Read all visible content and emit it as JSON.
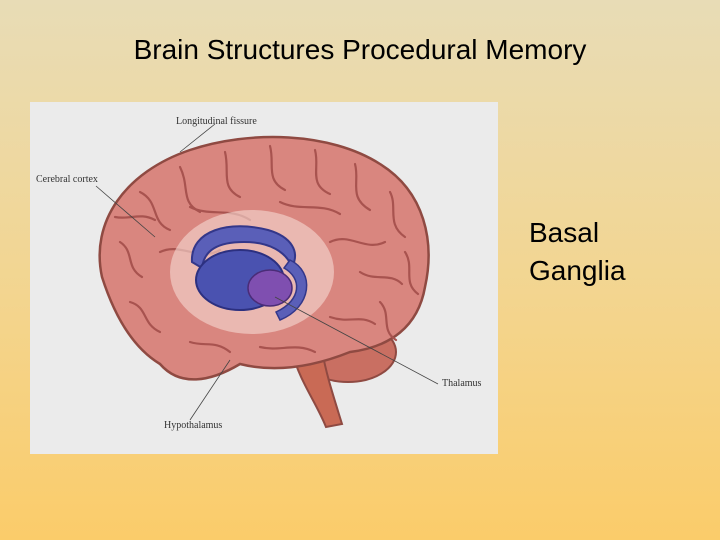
{
  "slide": {
    "title": "Brain Structures Procedural Memory",
    "side_label_line1": "Basal",
    "side_label_line2": "Ganglia"
  },
  "figure": {
    "labels": {
      "longitudinal_fissure": "Longitudinal fissure",
      "cerebral_cortex": "Cerebral cortex",
      "thalamus": "Thalamus",
      "hypothalamus": "Hypothalamus"
    },
    "colors": {
      "cortex": "#d9867f",
      "sulci": "#a8534f",
      "basal_ganglia": "#5a5fb8",
      "thalamus": "#7f4fb0",
      "brainstem": "#c96a55"
    }
  }
}
